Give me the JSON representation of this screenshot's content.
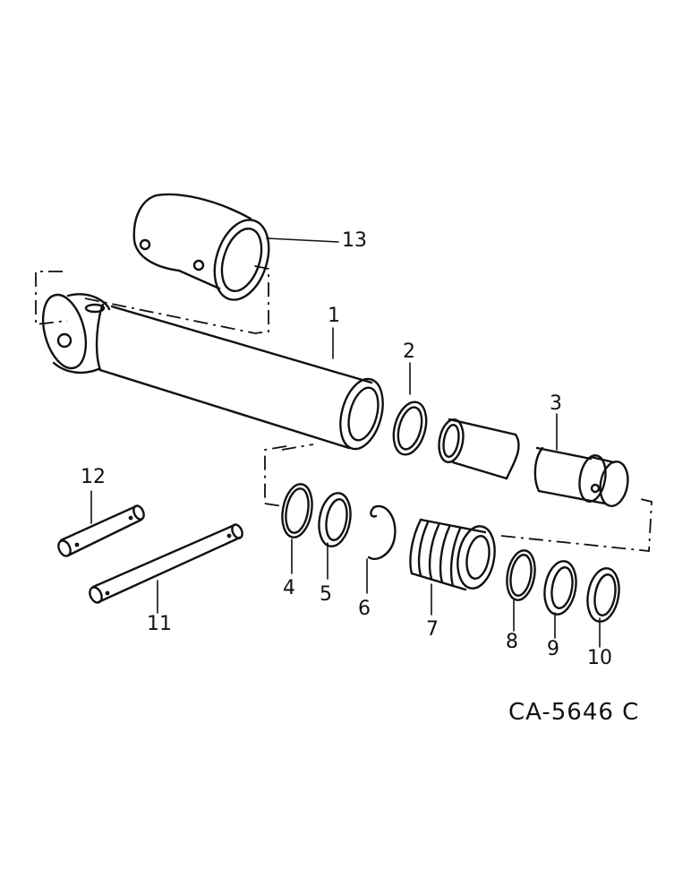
{
  "callouts": {
    "c1": "1",
    "c2": "2",
    "c3": "3",
    "c4": "4",
    "c5": "5",
    "c6": "6",
    "c7": "7",
    "c8": "8",
    "c9": "9",
    "c10": "10",
    "c11": "11",
    "c12": "12",
    "c13": "13"
  },
  "drawing_code": "CA-5646 C"
}
